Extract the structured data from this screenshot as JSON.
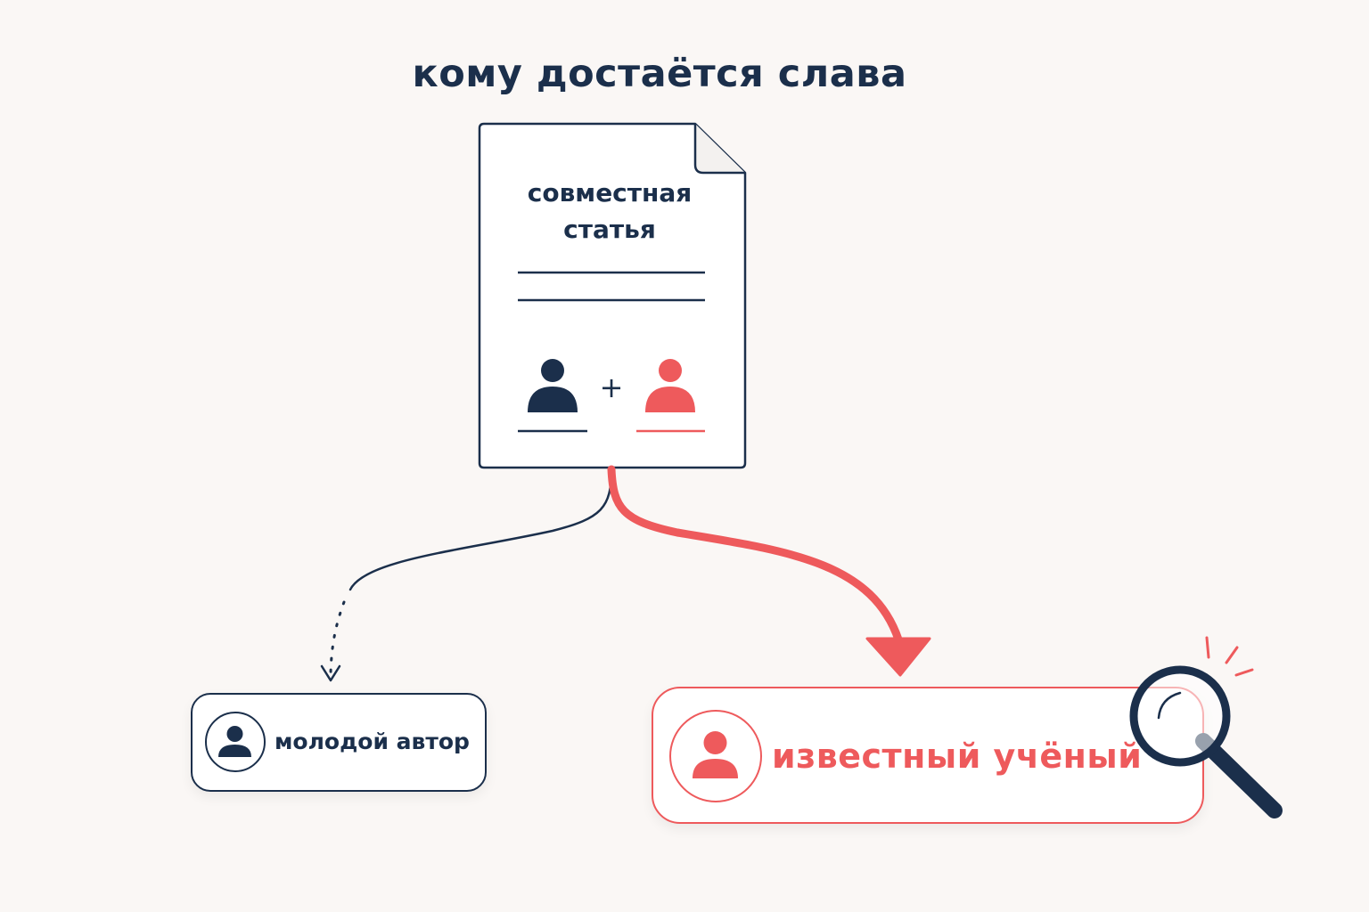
{
  "title": "кому достаётся слава",
  "document": {
    "heading": "совместная статья",
    "plus_sign": "+",
    "icons": [
      "document-icon",
      "person-icon",
      "person-icon"
    ]
  },
  "recipients": {
    "young_author": {
      "label": "молодой автор",
      "icon": "person-icon"
    },
    "famous_scientist": {
      "label": "известный учёный",
      "icon": "person-icon",
      "badge_icon": "magnifier-icon"
    }
  },
  "colors": {
    "navy": "#1b2f4b",
    "accent_red": "#ee5a5c",
    "background": "#faf7f5"
  }
}
